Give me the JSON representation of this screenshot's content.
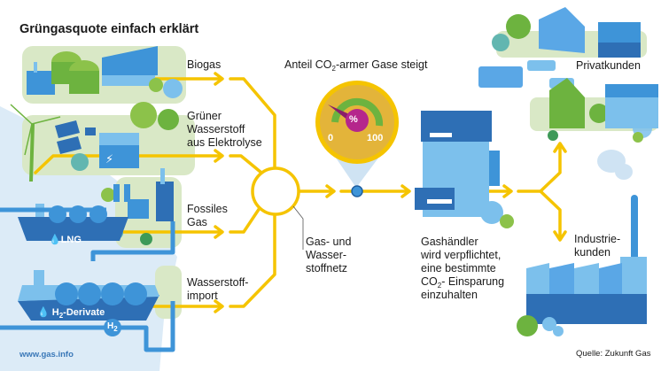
{
  "title": "Grüngasquote einfach erklärt",
  "sources": [
    {
      "id": "biogas",
      "label": "Biogas"
    },
    {
      "id": "green-hydrogen",
      "label_lines": [
        "Grüner",
        "Wasserstoff",
        "aus Elektrolyse"
      ]
    },
    {
      "id": "fossil-gas",
      "label_lines": [
        "Fossiles",
        "Gas"
      ]
    },
    {
      "id": "hydrogen-import",
      "label_lines": [
        "Wasserstoff-",
        "import"
      ]
    }
  ],
  "ships": {
    "lng_label": "LNG",
    "h2_label_prefix": "H",
    "h2_label_sub": "2",
    "h2_label_suffix": "-Derivate",
    "pipe_badge_prefix": "H",
    "pipe_badge_sub": "2"
  },
  "network": {
    "label_lines": [
      "Gas- und",
      "Wasser-",
      "stoffnetz"
    ]
  },
  "gauge": {
    "heading_prefix": "Anteil CO",
    "heading_sub": "2",
    "heading_suffix": "-armer Gase steigt",
    "center_symbol": "%",
    "min_label": "0",
    "max_label": "100",
    "needle_value_percent": 3
  },
  "trader": {
    "label_lines": [
      "Gashändler",
      "wird verpflichtet,",
      "eine bestimmte"
    ],
    "co2_prefix": "CO",
    "co2_sub": "2",
    "co2_suffix": "- Einsparung",
    "last_line": "einzuhalten"
  },
  "consumers": {
    "private": "Privatkunden",
    "industry_lines": [
      "Industrie-",
      "kunden"
    ]
  },
  "footer": {
    "url": "www.gas.info",
    "source": "Quelle: Zukunft Gas"
  },
  "colors": {
    "flow_yellow": "#f5c400",
    "water": "#dcebf7",
    "land_green": "#d9e8c6",
    "blue_dark": "#2e6fb5",
    "blue_mid": "#3e94d8",
    "blue_light": "#7cc0ec",
    "tree_green": "#6db33f",
    "gauge_body": "#e3b43a",
    "gauge_magenta": "#b5268c"
  }
}
